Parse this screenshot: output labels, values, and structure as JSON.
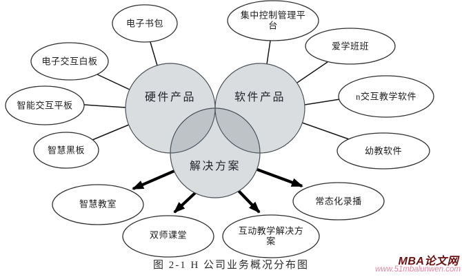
{
  "venn": [
    {
      "label": "硬件产品"
    },
    {
      "label": "软件产品"
    },
    {
      "label": "解决方案"
    }
  ],
  "satellites": [
    {
      "label": "电子书包",
      "group": "hardware"
    },
    {
      "label": "电子交互白板",
      "group": "hardware"
    },
    {
      "label": "智能交互平板",
      "group": "hardware"
    },
    {
      "label": "智慧黑板",
      "group": "hardware"
    },
    {
      "label": "集中控制管理平台",
      "group": "software"
    },
    {
      "label": "爱学班班",
      "group": "software"
    },
    {
      "label": "n交互教学软件",
      "group": "software"
    },
    {
      "label": "幼教软件",
      "group": "software"
    },
    {
      "label": "智慧教室",
      "group": "solution"
    },
    {
      "label": "双师课堂",
      "group": "solution"
    },
    {
      "label": "互动教学解决方案",
      "group": "solution"
    },
    {
      "label": "常态化录播",
      "group": "solution"
    }
  ],
  "caption": "图 2-1  H 公司业务概况分布图",
  "watermark": {
    "brand": "MBA论文网",
    "url": "www.51mbalunwen.com"
  },
  "colors": {
    "venn_fill": "#dadde0",
    "venn_overlap": "#c4c8cc",
    "outline": "#3c4048",
    "node_outline": "#2e2e2e",
    "connector": "#141414",
    "watermark_brand": "#6b1111",
    "watermark_url": "#ee7f9e"
  }
}
